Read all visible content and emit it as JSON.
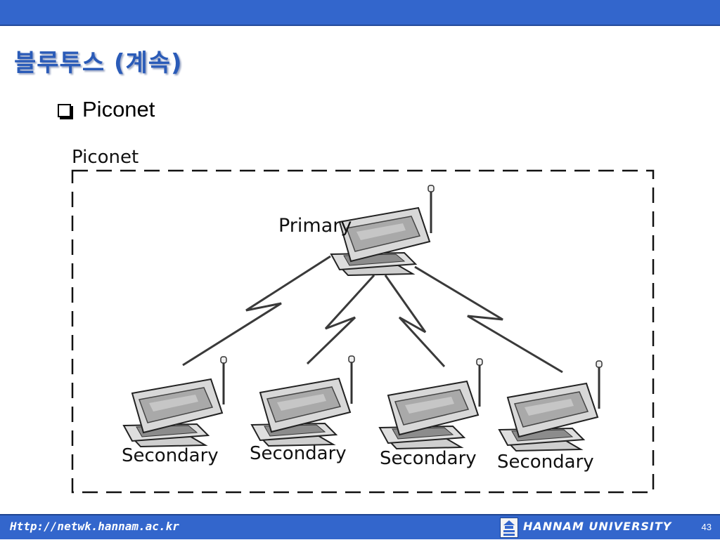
{
  "slide": {
    "title": "블루투스 (계속)",
    "bullet": "Piconet"
  },
  "diagram": {
    "group_label": "Piconet",
    "nodes": [
      {
        "id": "primary",
        "label": "Primary",
        "role": "primary"
      },
      {
        "id": "secondary-1",
        "label": "Secondary",
        "role": "secondary"
      },
      {
        "id": "secondary-2",
        "label": "Secondary",
        "role": "secondary"
      },
      {
        "id": "secondary-3",
        "label": "Secondary",
        "role": "secondary"
      },
      {
        "id": "secondary-4",
        "label": "Secondary",
        "role": "secondary"
      }
    ],
    "links": [
      {
        "from": "primary",
        "to": "secondary-1",
        "style": "wireless"
      },
      {
        "from": "primary",
        "to": "secondary-2",
        "style": "wireless"
      },
      {
        "from": "primary",
        "to": "secondary-3",
        "style": "wireless"
      },
      {
        "from": "primary",
        "to": "secondary-4",
        "style": "wireless"
      }
    ],
    "icon": "laptop-with-antenna-icon"
  },
  "footer": {
    "url": "Http://netwk.hannam.ac.kr",
    "university": "HANNAM UNIVERSITY",
    "page_number": "43"
  },
  "colors": {
    "bar": "#3366cc",
    "title": "#2a5bb8"
  }
}
